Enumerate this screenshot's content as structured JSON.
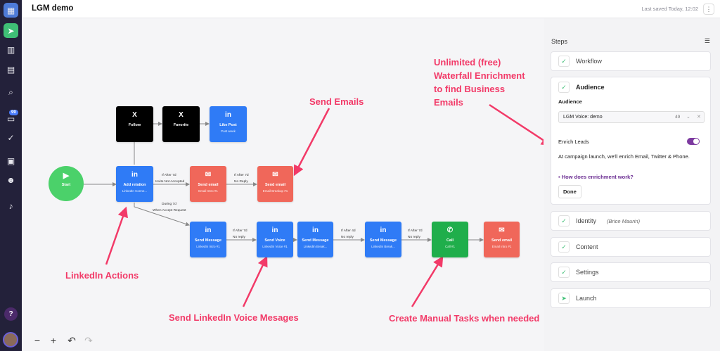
{
  "app": {
    "title": "LGM demo",
    "saved": "Last saved Today, 12:02",
    "menu_icon": "kebab-icon"
  },
  "sidebar": {
    "badge": "99",
    "help": "?"
  },
  "nodes": {
    "start": "Start",
    "follow": {
      "title": "Follow",
      "icon": "X"
    },
    "favorite": {
      "title": "Favorite",
      "icon": "X"
    },
    "like_post": {
      "title": "Like Post",
      "sub": "Post week",
      "icon": "in"
    },
    "add_relation": {
      "title": "Add relation",
      "sub": "LinkedIn Conne...",
      "icon": "in"
    },
    "send_email_1": {
      "title": "Send email",
      "sub": "Email Intro #1",
      "icon": "✉"
    },
    "send_email_2": {
      "title": "Send email",
      "sub": "Email Breakup #1",
      "icon": "✉"
    },
    "send_message_1": {
      "title": "Send Message",
      "sub": "LinkedIn Intro #1",
      "icon": "in"
    },
    "send_voice": {
      "title": "Send Voice",
      "sub": "LinkedIn Voice #1",
      "icon": "in"
    },
    "send_message_2": {
      "title": "Send Message",
      "sub": "LinkedIn Break...",
      "icon": "in"
    },
    "send_message_3": {
      "title": "Send Message",
      "sub": "LinkedIn Break...",
      "icon": "in"
    },
    "call": {
      "title": "Call",
      "sub": "Call #1",
      "icon": "✆"
    },
    "send_email_3": {
      "title": "Send email",
      "sub": "Email Intro #1",
      "icon": "✉"
    }
  },
  "edges": {
    "if_after_7d_a": "If After 7d",
    "invite_not_accepted": "Invite Not Accepted",
    "if_after_7d_b": "If After 7d",
    "no_reply_a": "No Reply",
    "during_7d": "During 7d",
    "when_accept": "When Accept Request",
    "if_after_7d_c": "If After 7d",
    "no_reply_b": "No reply",
    "if_after_4d": "If After 4d",
    "no_reply_c": "No reply",
    "if_after_7d_d": "If After 7d",
    "no_reply_d": "No reply"
  },
  "callouts": {
    "send_emails": "Send Emails",
    "enrichment": "Unlimited (free)\nWaterfall Enrichment\nto find Business\nEmails",
    "linkedin_actions": "LinkedIn Actions",
    "voice": "Send LinkedIn Voice Mesages",
    "manual": "Create Manual Tasks when needed"
  },
  "panel": {
    "heading": "Steps",
    "steps": {
      "workflow": "Workflow",
      "audience": "Audience",
      "identity": "Identity",
      "identity_sub": "(Brice Maurin)",
      "content": "Content",
      "settings": "Settings",
      "launch": "Launch"
    },
    "audience_label": "Audience",
    "audience_value": "LGM Voice: demo",
    "audience_count": "49",
    "enrich_label": "Enrich Leads",
    "enrich_desc": "At campaign launch, we'll enrich Email, Twitter & Phone.",
    "enrich_link": "How does enrichment work?",
    "done": "Done"
  },
  "zoom": {
    "minus": "−",
    "plus": "+",
    "undo": "↶",
    "redo": "↷"
  },
  "colors": {
    "accent_green": "#3fbf76",
    "linkedin_blue": "#2f7bf6",
    "email_red": "#f0675a",
    "call_green": "#1fae4b",
    "callout_pink": "#f23a68",
    "toggle_purple": "#7d3aa0"
  }
}
